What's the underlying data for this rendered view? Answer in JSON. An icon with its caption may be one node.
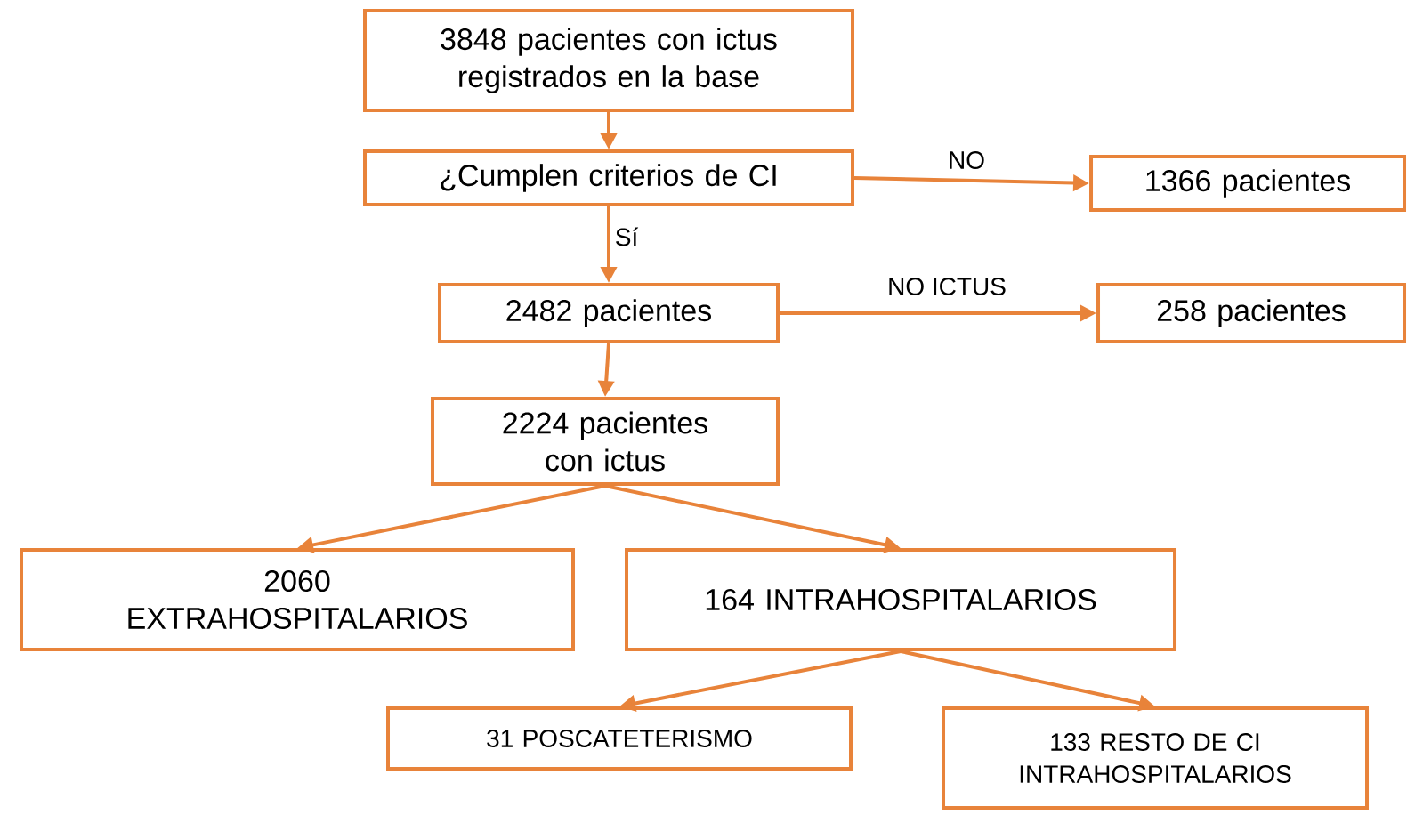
{
  "diagram": {
    "nodes": [
      {
        "text": [
          "3848 pacientes con ictus registrados en la base"
        ]
      },
      {
        "text": [
          "¿Cumplen criterios de CI"
        ]
      },
      {
        "text": [
          "1366 pacientes"
        ]
      },
      {
        "text": [
          "2482 pacientes"
        ]
      },
      {
        "text": [
          "258 pacientes"
        ]
      },
      {
        "text": [
          "2224 pacientes con ictus"
        ]
      },
      {
        "text": [
          "2060 EXTRAHOSPITALARIOS"
        ]
      },
      {
        "text": [
          "164 INTRAHOSPITALARIOS"
        ]
      },
      {
        "text": [
          "31 POSCATETERISMO"
        ]
      },
      {
        "text": [
          "133 RESTO DE CI INTRAHOSPITALARIOS"
        ]
      }
    ],
    "edges": [
      {
        "from": 0,
        "to": 1,
        "arrow": "to"
      },
      {
        "from": 1,
        "to": 2,
        "arrow": "to",
        "label": "NO"
      },
      {
        "from": 1,
        "to": 3,
        "arrow": "to",
        "label": "Sí"
      },
      {
        "from": 3,
        "to": 4,
        "arrow": "to",
        "label": "NO ICTUS"
      },
      {
        "from": 3,
        "to": 5,
        "arrow": "to"
      },
      {
        "from": 5,
        "to": 6,
        "arrow": "to"
      },
      {
        "from": 5,
        "to": 7,
        "arrow": "to"
      },
      {
        "from": 7,
        "to": 8,
        "arrow": "to"
      },
      {
        "from": 7,
        "to": 9,
        "arrow": "to"
      }
    ]
  }
}
